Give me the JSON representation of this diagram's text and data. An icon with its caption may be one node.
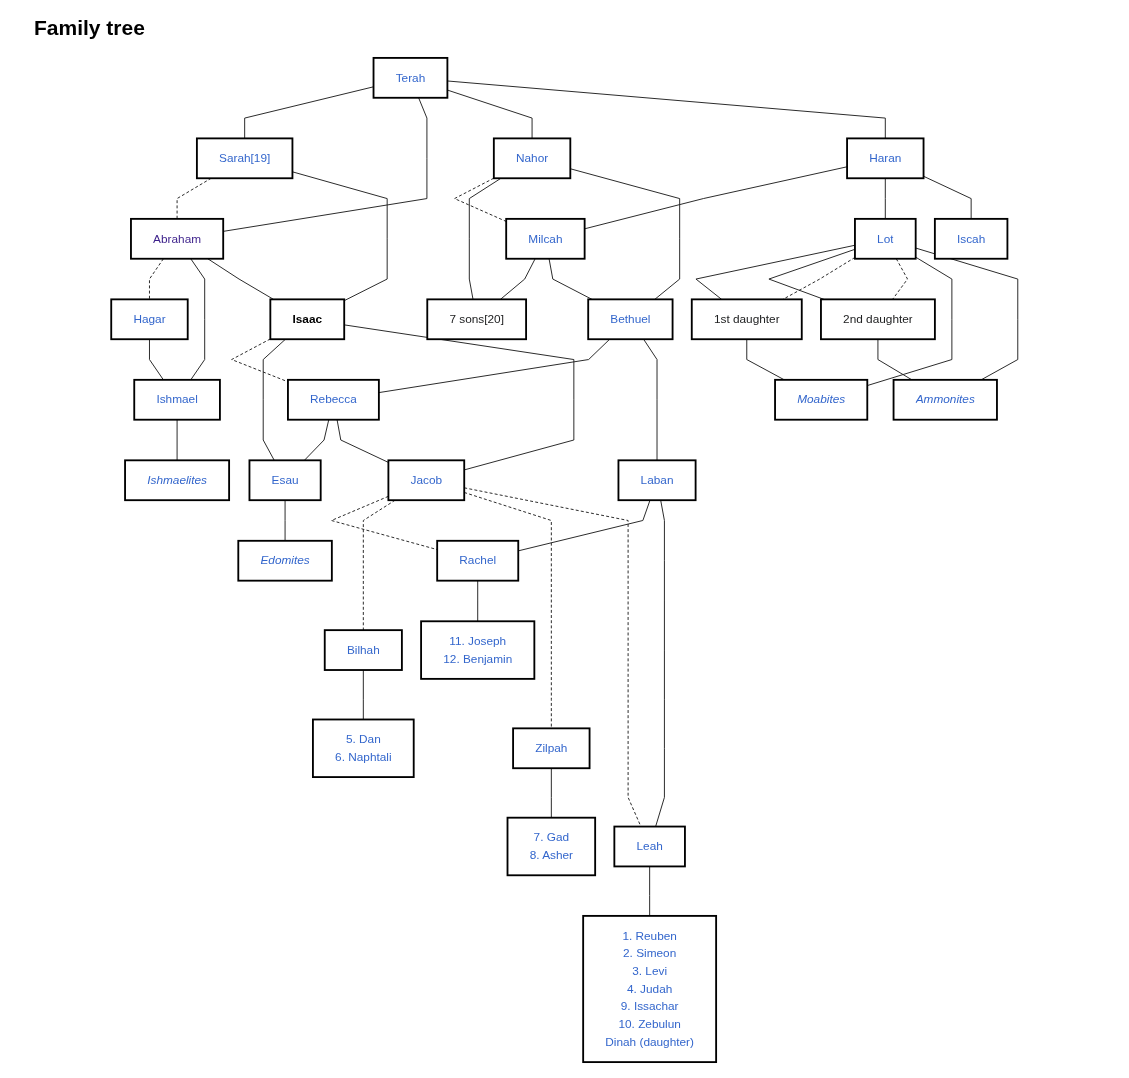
{
  "diagram": {
    "title": "Family tree",
    "nodes": [
      {
        "text": [
          "Terah"
        ]
      },
      {
        "text": [
          "Sarah[19]"
        ]
      },
      {
        "text": [
          "Abraham"
        ]
      },
      {
        "text": [
          "Hagar"
        ]
      },
      {
        "text": [
          "Nahor"
        ]
      },
      {
        "text": [
          "Haran"
        ]
      },
      {
        "text": [
          "Ishmael"
        ]
      },
      {
        "text": [
          "Milcah"
        ]
      },
      {
        "text": [
          "Lot"
        ]
      },
      {
        "text": [
          "Iscah"
        ]
      },
      {
        "text": [
          "Ishmaelites"
        ]
      },
      {
        "text": [
          "7 sons[20]"
        ]
      },
      {
        "text": [
          "Bethuel"
        ]
      },
      {
        "text": [
          "1st daughter"
        ]
      },
      {
        "text": [
          "2nd daughter"
        ]
      },
      {
        "text": [
          "Isaac"
        ]
      },
      {
        "text": [
          "Rebecca"
        ]
      },
      {
        "text": [
          "Laban"
        ]
      },
      {
        "text": [
          "Moabites"
        ]
      },
      {
        "text": [
          "Ammonites"
        ]
      },
      {
        "text": [
          "Esau"
        ]
      },
      {
        "text": [
          "Jacob"
        ]
      },
      {
        "text": [
          "Rachel"
        ]
      },
      {
        "text": [
          "Bilhah"
        ]
      },
      {
        "text": [
          "Edomites"
        ]
      },
      {
        "text": [
          "Zilpah"
        ]
      },
      {
        "text": [
          "Leah"
        ]
      },
      {
        "text": [
          "1. Reuben",
          "2. Simeon",
          "3. Levi",
          "4. Judah",
          "9. Issachar",
          "10. Zebulun",
          "Dinah (daughter)"
        ]
      },
      {
        "text": [
          "7. Gad",
          "8. Asher"
        ]
      },
      {
        "text": [
          "5. Dan",
          "6. Naphtali"
        ]
      },
      {
        "text": [
          "11. Joseph",
          "12. Benjamin"
        ]
      }
    ],
    "edges": [
      {
        "from": 0,
        "to": 1,
        "arrow": "none"
      },
      {
        "from": 0,
        "to": 2,
        "arrow": "none"
      },
      {
        "from": 0,
        "to": 4,
        "arrow": "none"
      },
      {
        "from": 0,
        "to": 5,
        "arrow": "none"
      },
      {
        "from": 1,
        "to": 2,
        "arrow": "none",
        "style": "dashed"
      },
      {
        "from": 2,
        "to": 3,
        "arrow": "none",
        "style": "dashed"
      },
      {
        "from": 2,
        "to": 6,
        "arrow": "none"
      },
      {
        "from": 3,
        "to": 6,
        "arrow": "none"
      },
      {
        "from": 5,
        "to": 7,
        "arrow": "none"
      },
      {
        "from": 5,
        "to": 8,
        "arrow": "none"
      },
      {
        "from": 5,
        "to": 9,
        "arrow": "none"
      },
      {
        "from": 4,
        "to": 7,
        "arrow": "none",
        "style": "dashed"
      },
      {
        "from": 6,
        "to": 10,
        "arrow": "none"
      },
      {
        "from": 4,
        "to": 11,
        "arrow": "none"
      },
      {
        "from": 7,
        "to": 11,
        "arrow": "none"
      },
      {
        "from": 4,
        "to": 12,
        "arrow": "none"
      },
      {
        "from": 7,
        "to": 12,
        "arrow": "none"
      },
      {
        "from": 8,
        "to": 13,
        "arrow": "none"
      },
      {
        "from": 8,
        "to": 14,
        "arrow": "none"
      },
      {
        "from": 8,
        "to": 13,
        "arrow": "none",
        "style": "dashed"
      },
      {
        "from": 8,
        "to": 14,
        "arrow": "none",
        "style": "dashed"
      },
      {
        "from": 1,
        "to": 15,
        "arrow": "none"
      },
      {
        "from": 2,
        "to": 15,
        "arrow": "none"
      },
      {
        "from": 12,
        "to": 16,
        "arrow": "none"
      },
      {
        "from": 12,
        "to": 17,
        "arrow": "none"
      },
      {
        "from": 15,
        "to": 16,
        "arrow": "none",
        "style": "dashed"
      },
      {
        "from": 8,
        "to": 18,
        "arrow": "none"
      },
      {
        "from": 13,
        "to": 18,
        "arrow": "none"
      },
      {
        "from": 8,
        "to": 19,
        "arrow": "none"
      },
      {
        "from": 14,
        "to": 19,
        "arrow": "none"
      },
      {
        "from": 15,
        "to": 20,
        "arrow": "none"
      },
      {
        "from": 16,
        "to": 20,
        "arrow": "none"
      },
      {
        "from": 15,
        "to": 21,
        "arrow": "none"
      },
      {
        "from": 16,
        "to": 21,
        "arrow": "none"
      },
      {
        "from": 17,
        "to": 22,
        "arrow": "none"
      },
      {
        "from": 21,
        "to": 22,
        "arrow": "none",
        "style": "dashed"
      },
      {
        "from": 21,
        "to": 23,
        "arrow": "none",
        "style": "dashed"
      },
      {
        "from": 20,
        "to": 24,
        "arrow": "none"
      },
      {
        "from": 21,
        "to": 25,
        "arrow": "none",
        "style": "dashed"
      },
      {
        "from": 17,
        "to": 26,
        "arrow": "none"
      },
      {
        "from": 21,
        "to": 26,
        "arrow": "none",
        "style": "dashed"
      },
      {
        "from": 26,
        "to": 27,
        "arrow": "none"
      },
      {
        "from": 25,
        "to": 28,
        "arrow": "none"
      },
      {
        "from": 23,
        "to": 29,
        "arrow": "none"
      },
      {
        "from": 22,
        "to": 30,
        "arrow": "none"
      }
    ]
  }
}
